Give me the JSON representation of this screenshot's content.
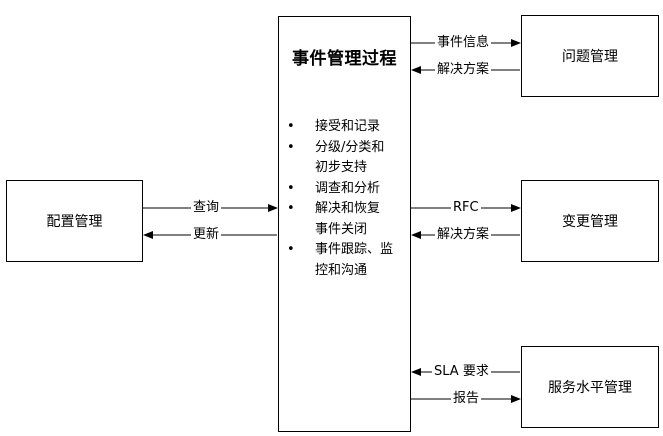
{
  "process": {
    "title": "事件管理过程",
    "items": [
      "接受和记录",
      "分级/分类和",
      "初步支持",
      "调查和分析",
      "解决和恢复",
      "事件关闭",
      "事件跟踪、监",
      "控和沟通"
    ],
    "bullets": [
      true,
      true,
      false,
      true,
      true,
      false,
      true,
      false
    ]
  },
  "config_box": {
    "label": "配置管理"
  },
  "problem_box": {
    "label": "问题管理"
  },
  "change_box": {
    "label": "变更管理"
  },
  "sla_box": {
    "label": "服务水平管理"
  },
  "edges": {
    "query": "查询",
    "update": "更新",
    "event_info": "事件信息",
    "solution1": "解决方案",
    "rfc": "RFC",
    "solution2": "解决方案",
    "sla_req": "SLA 要求",
    "report": "报告"
  }
}
